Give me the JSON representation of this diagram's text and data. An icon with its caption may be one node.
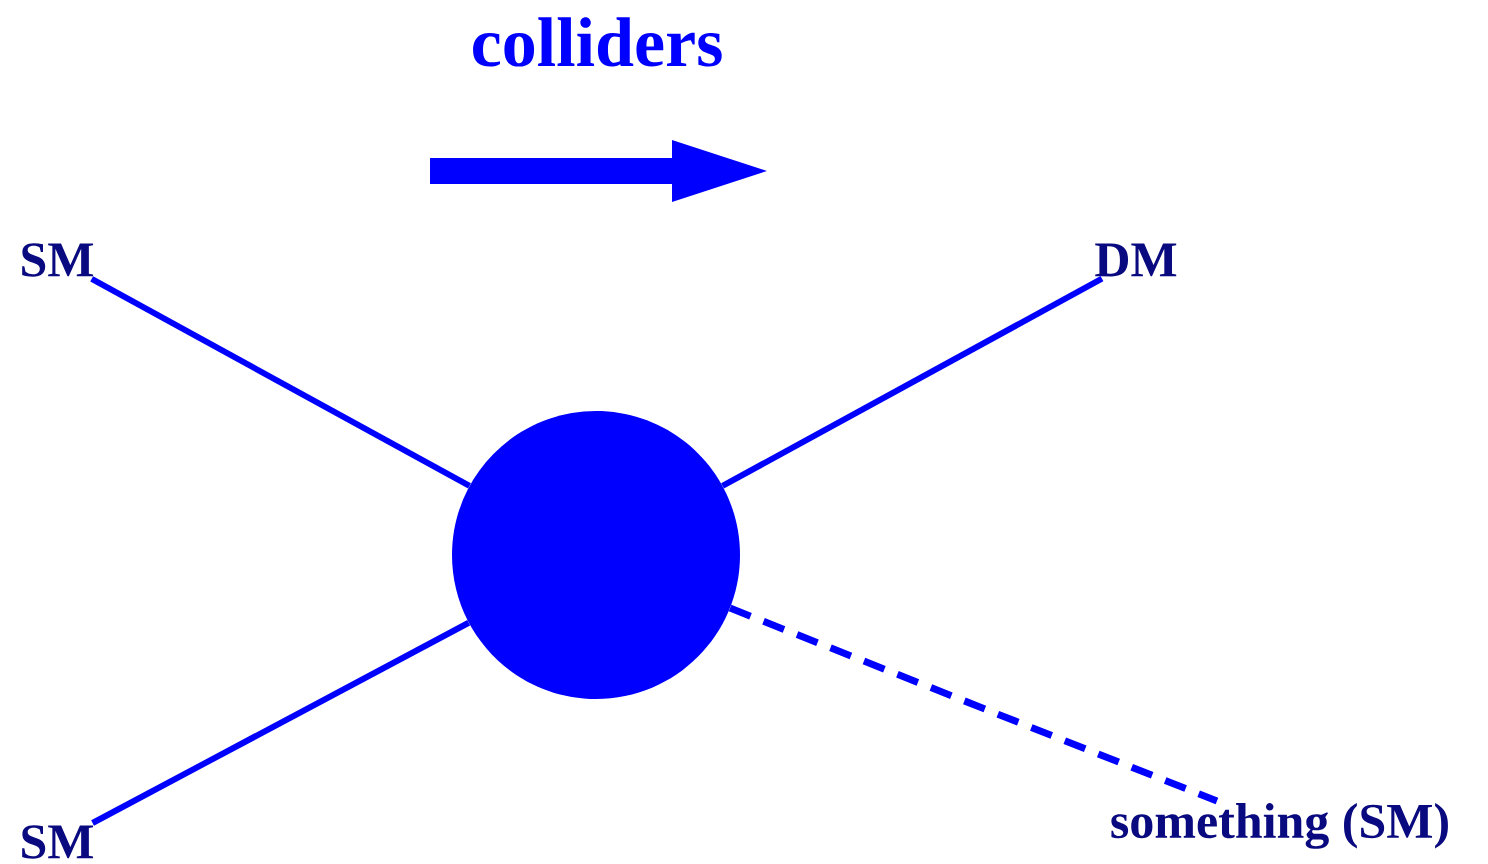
{
  "diagram": {
    "title": "colliders",
    "nodes": [
      {
        "text": [
          "SM"
        ]
      },
      {
        "text": [
          "SM"
        ]
      },
      {
        "text": [],
        "shape": "circle"
      },
      {
        "text": [
          "DM"
        ]
      },
      {
        "text": [
          "something (SM)"
        ]
      }
    ],
    "edges": [
      {
        "from": 0,
        "to": 2,
        "arrow": "none"
      },
      {
        "from": 1,
        "to": 2,
        "arrow": "none"
      },
      {
        "from": 2,
        "to": 3,
        "arrow": "none"
      },
      {
        "from": 2,
        "to": 4,
        "arrow": "none",
        "style": "dashed"
      }
    ]
  }
}
